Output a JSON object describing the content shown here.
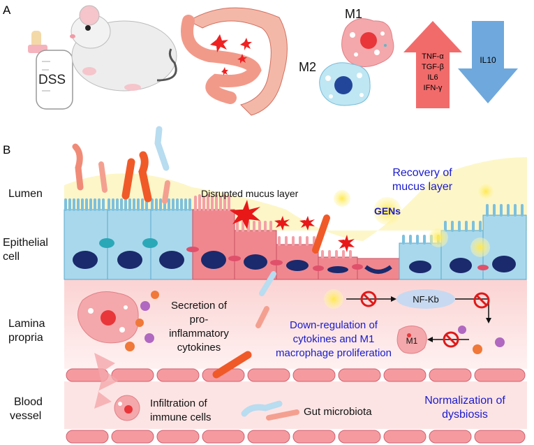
{
  "panel_a": {
    "label": "A",
    "bottle_label": "DSS",
    "m1_label": "M1",
    "m2_label": "M2",
    "up_cytokines": [
      "TNF-α",
      "TGF-β",
      "IL6",
      "IFN-γ"
    ],
    "down_cytokines": [
      "IL10"
    ]
  },
  "panel_b": {
    "label": "B",
    "layers": {
      "lumen": "Lumen",
      "epithelial": [
        "Epithelial",
        "cell"
      ],
      "lamina": [
        "Lamina",
        "propria"
      ],
      "blood": [
        "Blood",
        "vessel"
      ]
    },
    "disrupted_mucus": "Disrupted mucus layer",
    "recovery": [
      "Recovery of",
      "mucus layer"
    ],
    "gens": "GENs",
    "secretion": [
      "Secretion of",
      "pro-",
      "inflammatory",
      "cytokines"
    ],
    "nfkb": "NF-Kb",
    "m1_cell": "M1",
    "down_regulation": [
      "Down-regulation of",
      "cytokines and M1",
      "macrophage proliferation"
    ],
    "infiltration": [
      "Infiltration of",
      "immune cells"
    ],
    "gut_microbiota": "Gut microbiota",
    "normalization": [
      "Normalization of",
      "dysbiosis"
    ]
  },
  "colors": {
    "blue_text": "#1a1acc",
    "up_arrow": "#f26b6b",
    "down_arrow": "#6fa8dc",
    "healthy_cell": "#a9d8ec",
    "inflamed_cell": "#f0878f",
    "nucleus": "#1a2a6c"
  }
}
